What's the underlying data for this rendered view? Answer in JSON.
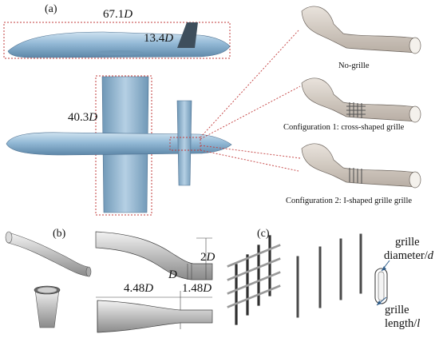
{
  "panels": {
    "a": "(a)",
    "b": "(b)",
    "c": "(c)"
  },
  "a": {
    "length_num": "67.1",
    "height_num": "13.4",
    "span_num": "40.3",
    "unit_D": "D",
    "captions": {
      "no_grille": "No-grille",
      "config1": "Configuration 1: cross-shaped grille",
      "config2": "Configuration 2: I-shaped grille grille"
    }
  },
  "b": {
    "height_num": "2",
    "unit_D": "D",
    "diffuser_num": "4.48",
    "straight_num": "1.48"
  },
  "c": {
    "diameter_line1": "grille",
    "diameter_line2": "diameter/",
    "diameter_var": "d",
    "length_line1": "grille",
    "length_line2": "length/",
    "length_var": "l"
  },
  "colors": {
    "aircraft": "#93b9d6",
    "dim_box": "#c23b3b",
    "tube": "#b7b7b7",
    "duct": "#c8c8c8"
  }
}
